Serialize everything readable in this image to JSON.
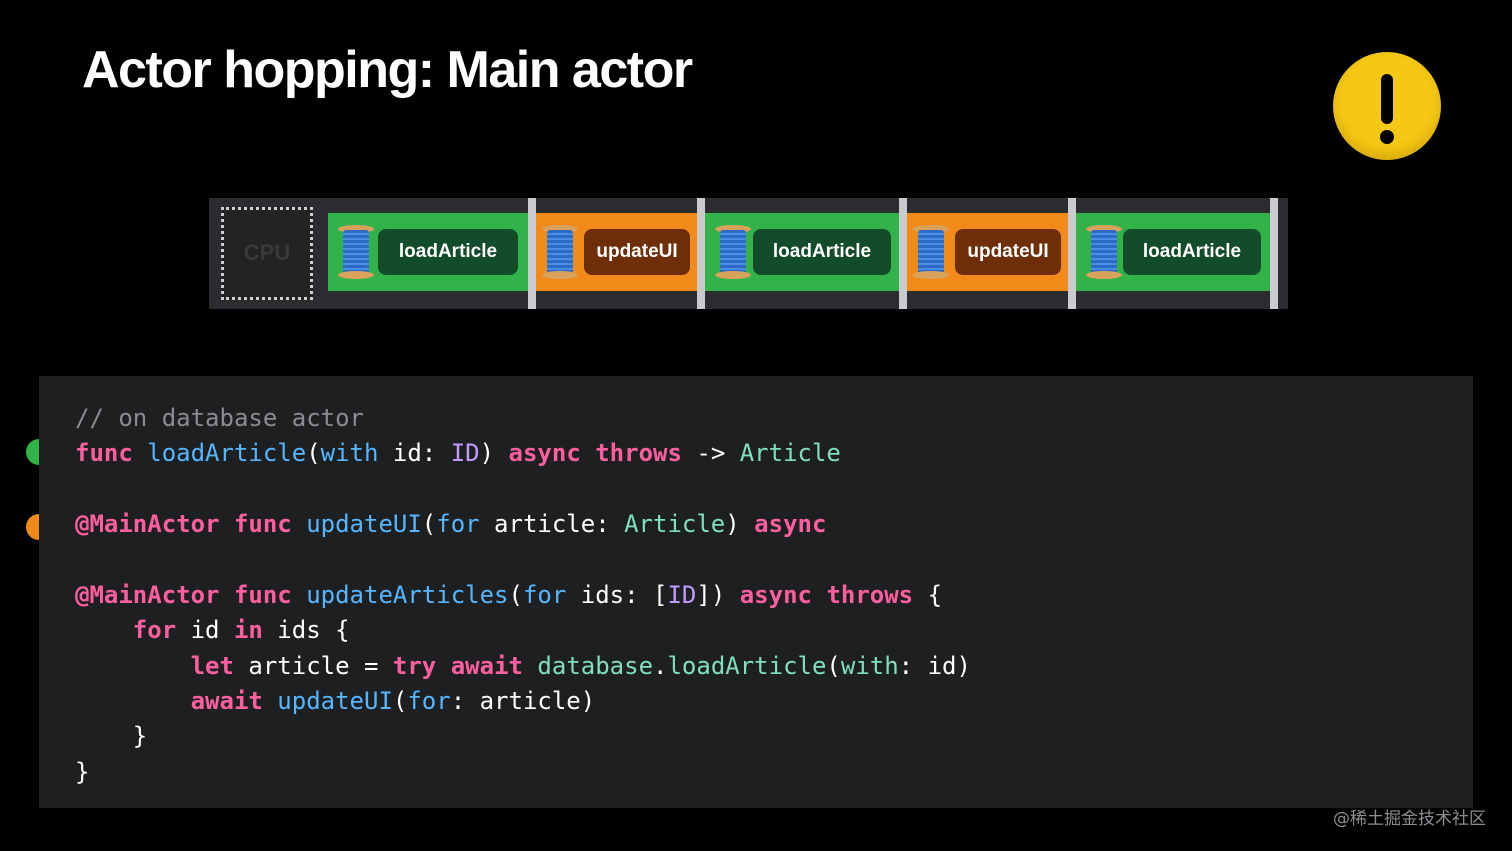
{
  "slide": {
    "title": "Actor hopping: Main actor",
    "watermark": "@稀土掘金技术社区"
  },
  "timeline": {
    "cpu_label": "CPU",
    "segments": [
      {
        "label": "loadArticle",
        "color": "#33b24a"
      },
      {
        "label": "updateUI",
        "color": "#f28a1a"
      },
      {
        "label": "loadArticle",
        "color": "#33b24a"
      },
      {
        "label": "updateUI",
        "color": "#f28a1a"
      },
      {
        "label": "loadArticle",
        "color": "#33b24a"
      }
    ]
  },
  "markers": [
    {
      "color": "#33b24a",
      "line": "loadArticle"
    },
    {
      "color": "#f28a1a",
      "line": "updateUI"
    }
  ],
  "code": {
    "comment": "// on database actor",
    "line1": {
      "kw_func": "func",
      "fn": "loadArticle",
      "open": "(",
      "label": "with",
      "param": " id: ",
      "type_id": "ID",
      "close": ") ",
      "kw_async": "async",
      "sp": " ",
      "kw_throws": "throws",
      "arrow": " -> ",
      "type_article": "Article"
    },
    "line2": {
      "attr": "@MainActor",
      "sp1": " ",
      "kw_func": "func",
      "sp2": " ",
      "fn": "updateUI",
      "open": "(",
      "label": "for",
      "param": " article: ",
      "type_article": "Article",
      "close": ") ",
      "kw_async": "async"
    },
    "line3": {
      "attr": "@MainActor",
      "sp1": " ",
      "kw_func": "func",
      "sp2": " ",
      "fn": "updateArticles",
      "open": "(",
      "label": "for",
      "param": " ids: [",
      "type_id": "ID",
      "close": "]) ",
      "kw_async": "async",
      "sp3": " ",
      "kw_throws": "throws",
      "brace": " {"
    },
    "line4": {
      "indent": "    ",
      "kw_for": "for",
      "mid": " id ",
      "kw_in": "in",
      "rest": " ids {"
    },
    "line5": {
      "indent": "        ",
      "kw_let": "let",
      "mid": " article = ",
      "kw_try": "try",
      "sp1": " ",
      "kw_await": "await",
      "sp2": " ",
      "obj": "database",
      "dot": ".",
      "fn": "loadArticle",
      "open": "(",
      "label": "with",
      "rest": ": id)"
    },
    "line6": {
      "indent": "        ",
      "kw_await": "await",
      "sp": " ",
      "fn": "updateUI",
      "open": "(",
      "label": "for",
      "rest": ": article)"
    },
    "line7": "    }",
    "line8": "}"
  }
}
